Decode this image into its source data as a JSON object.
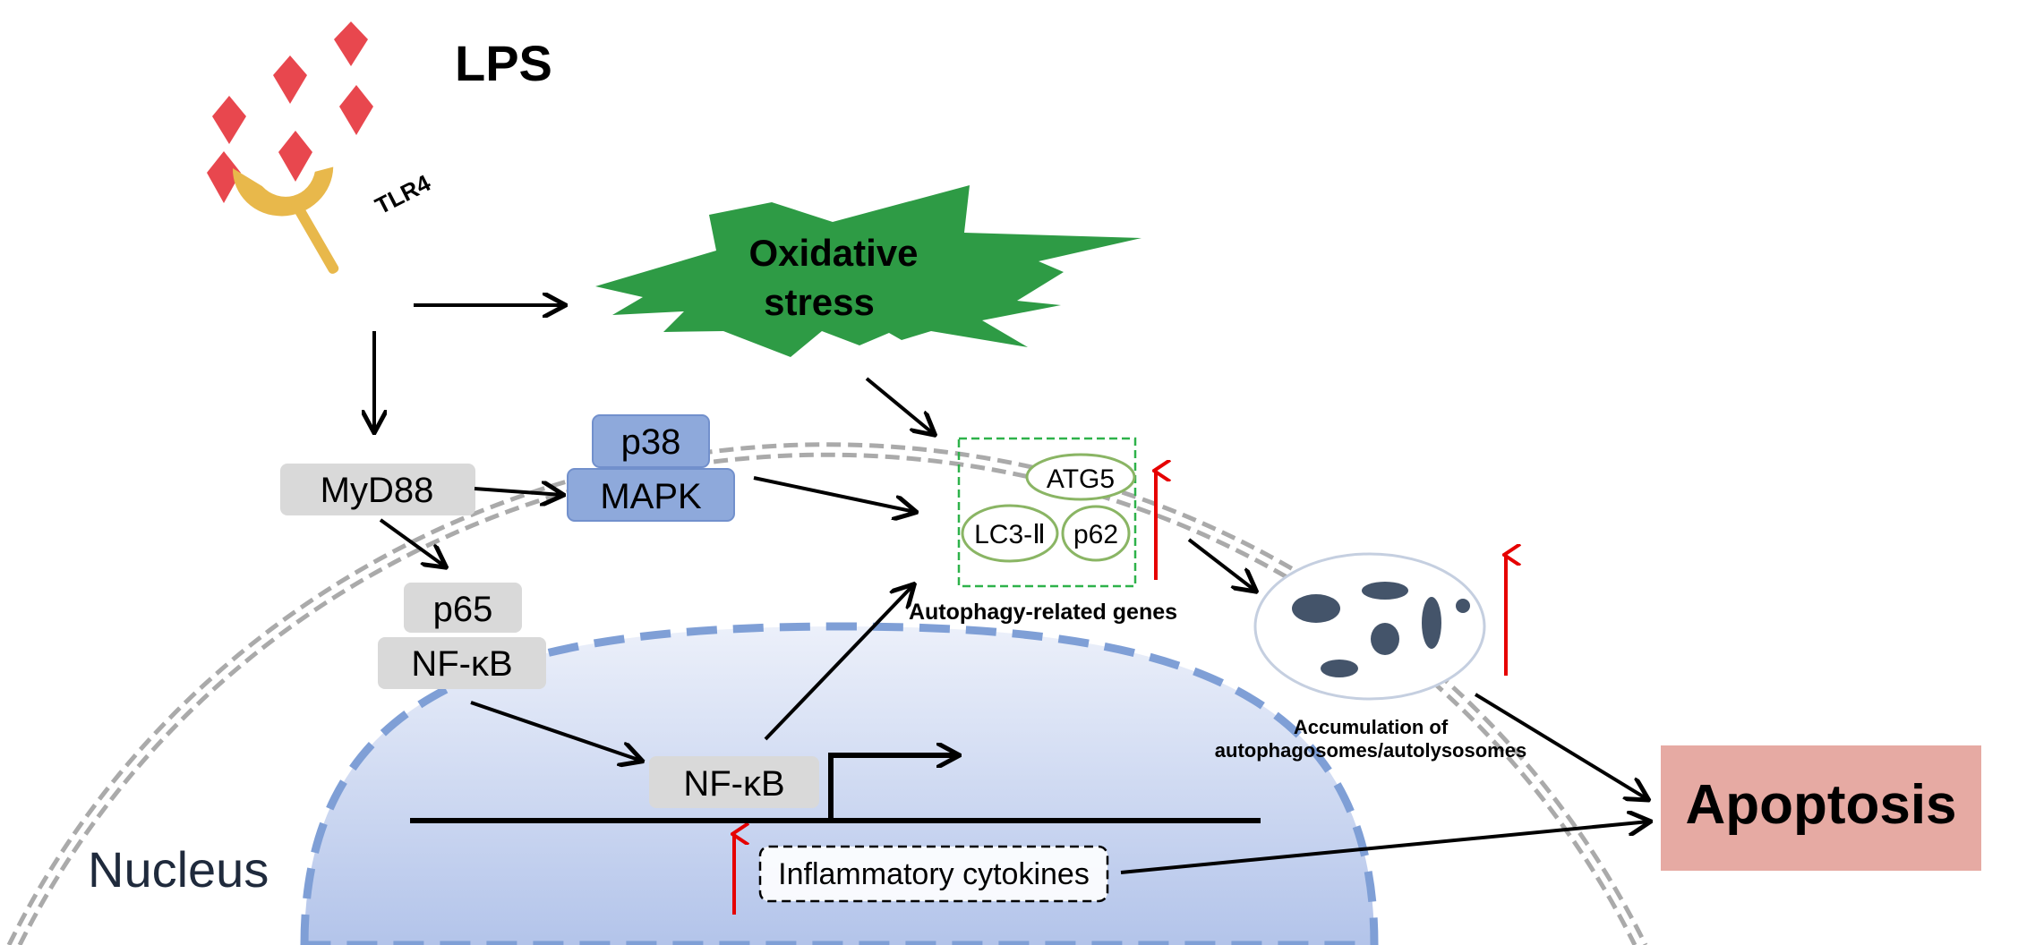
{
  "ligand": {
    "label": "LPS",
    "color": "#e8474e"
  },
  "receptor": {
    "label": "TLR4",
    "color": "#e8b84b"
  },
  "stress": {
    "label_line1": "Oxidative",
    "label_line2": "stress",
    "color": "#2e9b45"
  },
  "adaptor": {
    "label": "MyD88"
  },
  "mapk": {
    "top": "p38",
    "bottom": "MAPK",
    "color": "#8ea9db"
  },
  "nfkb_cytoplasm": {
    "top": "p65",
    "bottom": "NF-κB"
  },
  "nfkb_nucleus": {
    "label": "NF-κB"
  },
  "autophagy_genes": {
    "genes": [
      "ATG5",
      "LC3-Ⅱ",
      "p62"
    ],
    "caption": "Autophagy-related genes"
  },
  "accumulation": {
    "line1": "Accumulation of",
    "line2": "autophagosomes/autolysosomes"
  },
  "cytokines": {
    "label": "Inflammatory cytokines"
  },
  "apoptosis": {
    "label": "Apoptosis",
    "color": "#e6aaa3"
  },
  "nucleus": {
    "label": "Nucleus",
    "color": "#a9bde8"
  },
  "colors": {
    "arrow": "#000000",
    "up_arrow": "#e60000",
    "membrane": "#aaaaaa",
    "gene_border": "#2eb24a",
    "text_dark": "#1f2a3c"
  },
  "icons": [
    "lps-molecule-icon",
    "tlr4-receptor-icon",
    "oxidative-stress-burst-icon",
    "transcription-start-arrow-icon",
    "autophagosome-icon",
    "up-arrow-icon"
  ]
}
